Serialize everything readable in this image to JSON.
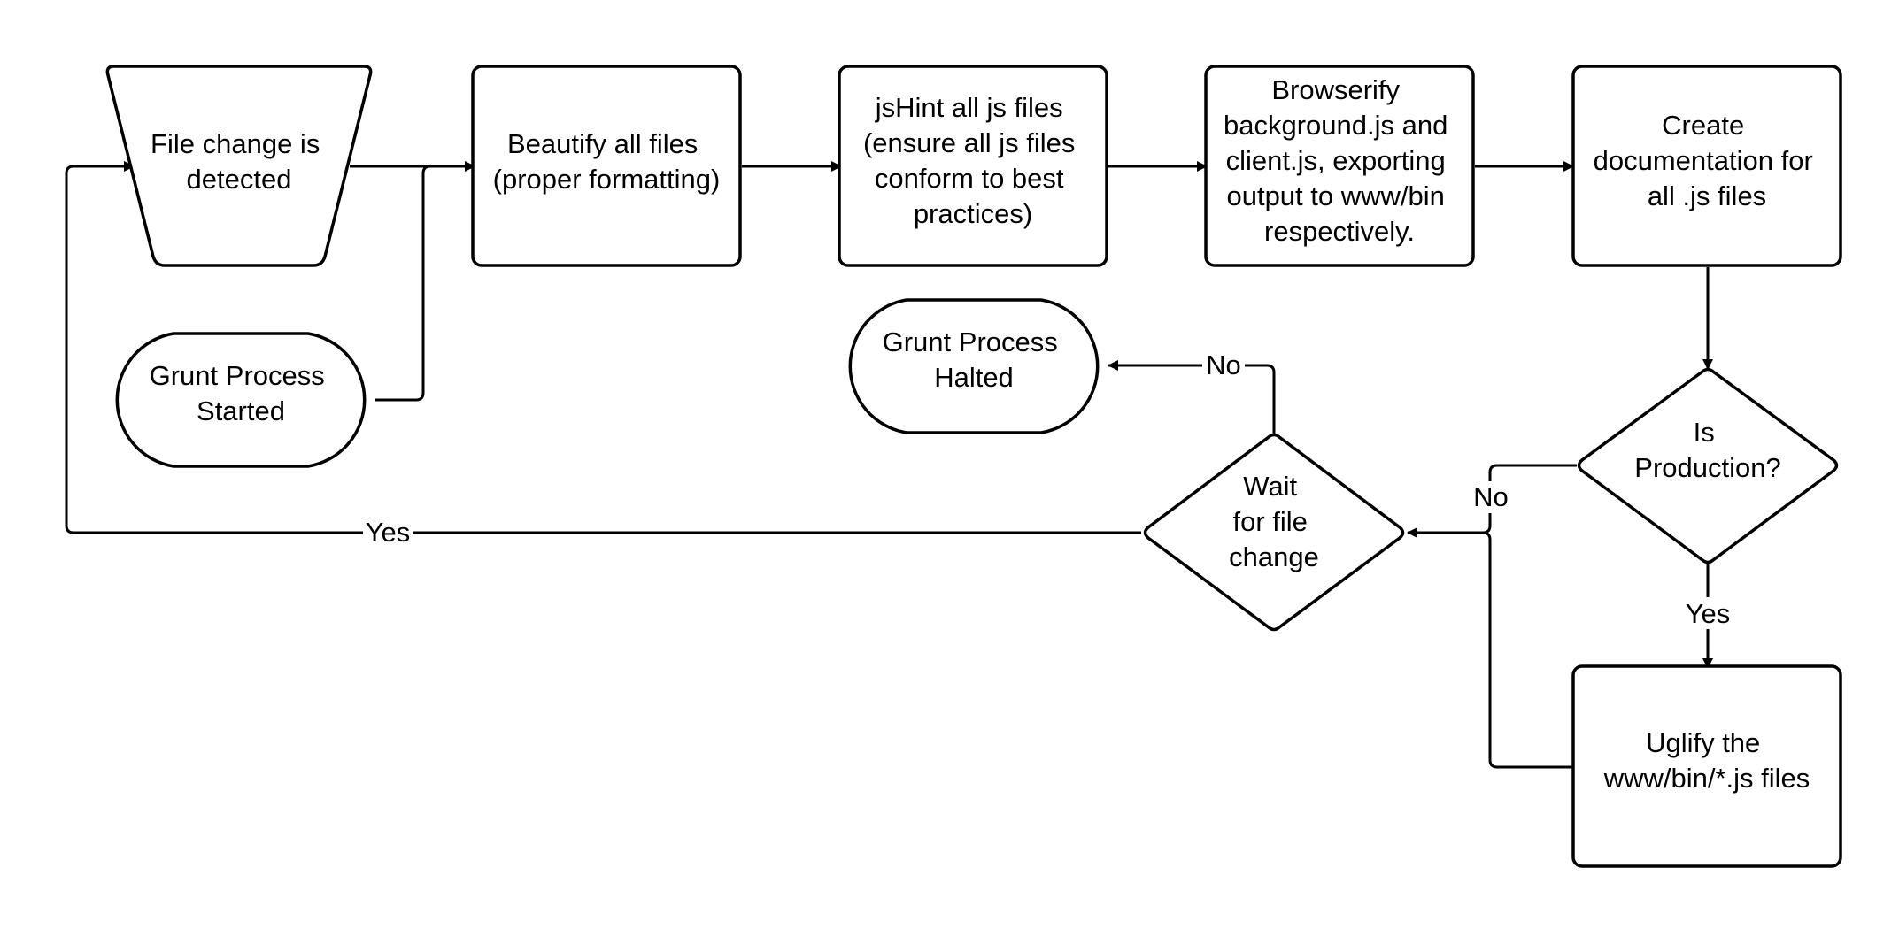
{
  "colors": {
    "stroke": "#000000",
    "fill": "#ffffff",
    "text": "#000000"
  },
  "nodes": {
    "file_change": {
      "shape": "manual-operation",
      "lines": [
        "File change is",
        "detected"
      ]
    },
    "grunt_started": {
      "shape": "terminator",
      "lines": [
        "Grunt Process",
        "Started"
      ]
    },
    "beautify": {
      "shape": "process",
      "lines": [
        "Beautify all files",
        "(proper formatting)"
      ]
    },
    "jshint": {
      "shape": "process",
      "lines": [
        "jsHint all js files",
        "(ensure all js files",
        "conform to best",
        "practices)"
      ]
    },
    "browserify": {
      "shape": "process",
      "lines": [
        "Browserify",
        "background.js and",
        "client.js, exporting",
        "output to www/bin",
        "respectively."
      ]
    },
    "create_docs": {
      "shape": "process",
      "lines": [
        "Create",
        "documentation for",
        "all .js files"
      ]
    },
    "is_production": {
      "shape": "decision",
      "lines": [
        "Is",
        "Production?"
      ]
    },
    "uglify": {
      "shape": "process",
      "lines": [
        "Uglify the",
        "www/bin/*.js files"
      ]
    },
    "wait_change": {
      "shape": "decision",
      "lines": [
        "Wait",
        "for file",
        "change"
      ]
    },
    "grunt_halted": {
      "shape": "terminator",
      "lines": [
        "Grunt Process",
        "Halted"
      ]
    }
  },
  "edges": [
    {
      "from": "file_change",
      "to": "beautify",
      "label": ""
    },
    {
      "from": "grunt_started",
      "to": "beautify",
      "label": ""
    },
    {
      "from": "beautify",
      "to": "jshint",
      "label": ""
    },
    {
      "from": "jshint",
      "to": "browserify",
      "label": ""
    },
    {
      "from": "browserify",
      "to": "create_docs",
      "label": ""
    },
    {
      "from": "create_docs",
      "to": "is_production",
      "label": ""
    },
    {
      "from": "is_production",
      "to": "uglify",
      "label": "Yes"
    },
    {
      "from": "is_production",
      "to": "wait_change",
      "label": "No"
    },
    {
      "from": "uglify",
      "to": "wait_change",
      "label": ""
    },
    {
      "from": "wait_change",
      "to": "grunt_halted",
      "label": "No"
    },
    {
      "from": "wait_change",
      "to": "file_change",
      "label": "Yes"
    }
  ]
}
